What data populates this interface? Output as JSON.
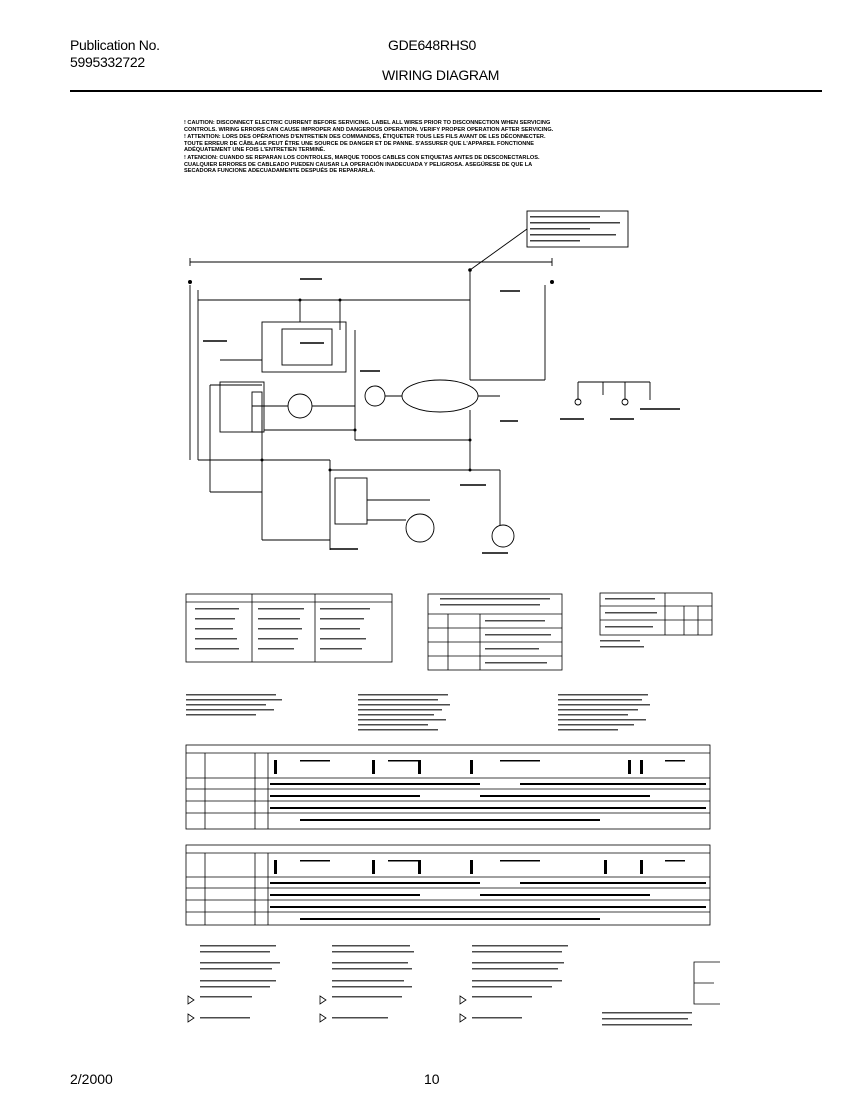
{
  "header": {
    "publication_label": "Publication No.",
    "publication_number": "5995332722",
    "model": "GDE648RHS0",
    "title": "WIRING DIAGRAM"
  },
  "caution": {
    "english": "! CAUTION: DISCONNECT ELECTRIC CURRENT BEFORE SERVICING. LABEL ALL WIRES PRIOR TO DISCONNECTION WHEN SERVICING CONTROLS. WIRING ERRORS CAN CAUSE IMPROPER AND DANGEROUS OPERATION. VERIFY PROPER OPERATION AFTER SERVICING.",
    "french": "! ATTENTION: LORS DES OPÉRATIONS D'ENTRETIEN DES COMMANDES, ÉTIQUETER TOUS LES FILS AVANT DE LES DÉCONNECTER. TOUTE ERREUR DE CÂBLAGE PEUT ÊTRE UNE SOURCE DE DANGER ET DE PANNE. S'ASSURER QUE L'APPAREIL FONCTIONNE ADÉQUATEMENT UNE FOIS L'ENTRETIEN TERMINÉ.",
    "spanish": "! ATENCION: CUANDO SE REPARAN LOS CONTROLES, MARQUE TODOS CABLES CON ETIQUETAS ANTES DE DESCONECTARLOS. CUALQUIER ERRORES DE CABLEADO PUEDEN CAUSAR LA OPERACIÓN INADECUADA Y PELIGROSA. ASEGÚRESE DE QUE LA SECADORA FUNCIONE ADECUADAMENTE DESPUÉS DE REPARARLA."
  },
  "footer": {
    "date": "2/2000",
    "page": "10"
  }
}
